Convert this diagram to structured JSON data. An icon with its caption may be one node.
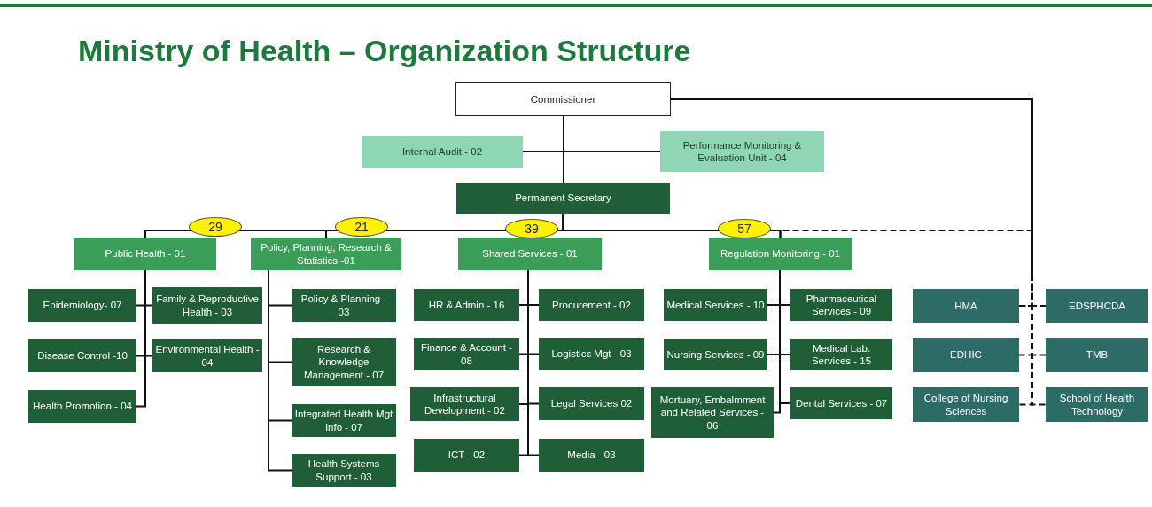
{
  "diagram": {
    "title": "Ministry of Health – Organization Structure",
    "nodes": [
      {
        "text": [
          "Commissioner"
        ]
      },
      {
        "text": [
          "Internal Audit - 02"
        ]
      },
      {
        "text": [
          "Performance Monitoring & Evaluation Unit - 04"
        ]
      },
      {
        "text": [
          "Permanent Secretary"
        ]
      },
      {
        "text": [
          "Public Health - 01"
        ]
      },
      {
        "text": [
          "Policy, Planning, Research & Statistics -01"
        ]
      },
      {
        "text": [
          "Shared Services - 01"
        ]
      },
      {
        "text": [
          "Regulation Monitoring - 01"
        ]
      },
      {
        "text": [
          "Epidemiology- 07"
        ]
      },
      {
        "text": [
          "Family & Reproductive Health - 03"
        ]
      },
      {
        "text": [
          "Disease Control -10"
        ]
      },
      {
        "text": [
          "Environmental Health - 04"
        ]
      },
      {
        "text": [
          "Health Promotion - 04"
        ]
      },
      {
        "text": [
          "Policy & Planning - 03"
        ]
      },
      {
        "text": [
          "Research & Knowledge Management - 07"
        ]
      },
      {
        "text": [
          "Integrated Health Mgt Info - 07"
        ]
      },
      {
        "text": [
          "Health Systems Support - 03"
        ]
      },
      {
        "text": [
          "HR & Admin - 16"
        ]
      },
      {
        "text": [
          "Procurement - 02"
        ]
      },
      {
        "text": [
          "Finance & Account - 08"
        ]
      },
      {
        "text": [
          "Logistics Mgt - 03"
        ]
      },
      {
        "text": [
          "Infrastructural Development - 02"
        ]
      },
      {
        "text": [
          "Legal Services 02"
        ]
      },
      {
        "text": [
          "ICT - 02"
        ]
      },
      {
        "text": [
          "Media - 03"
        ]
      },
      {
        "text": [
          "Medical Services - 10"
        ]
      },
      {
        "text": [
          "Pharmaceutical Services - 09"
        ]
      },
      {
        "text": [
          "Nursing Services - 09"
        ]
      },
      {
        "text": [
          "Medical Lab. Services - 15"
        ]
      },
      {
        "text": [
          "Mortuary, Embalmment and Related Services - 06"
        ]
      },
      {
        "text": [
          "Dental Services - 07"
        ]
      },
      {
        "text": [
          "HMA"
        ]
      },
      {
        "text": [
          "EDSPHCDA"
        ]
      },
      {
        "text": [
          "EDHIC"
        ]
      },
      {
        "text": [
          "TMB"
        ]
      },
      {
        "text": [
          "College of Nursing Sciences"
        ]
      },
      {
        "text": [
          "School of Health Technology"
        ]
      }
    ],
    "edges": [
      {
        "from": 0,
        "to": 1,
        "arrow": "none"
      },
      {
        "from": 0,
        "to": 2,
        "arrow": "none"
      },
      {
        "from": 0,
        "to": 3,
        "arrow": "none"
      },
      {
        "from": 3,
        "to": 4,
        "arrow": "none",
        "label": "29"
      },
      {
        "from": 3,
        "to": 5,
        "arrow": "none",
        "label": "21"
      },
      {
        "from": 3,
        "to": 6,
        "arrow": "none",
        "label": "39"
      },
      {
        "from": 3,
        "to": 7,
        "arrow": "none",
        "label": "57"
      },
      {
        "from": 4,
        "to": 8,
        "arrow": "none"
      },
      {
        "from": 4,
        "to": 9,
        "arrow": "none"
      },
      {
        "from": 4,
        "to": 10,
        "arrow": "none"
      },
      {
        "from": 4,
        "to": 11,
        "arrow": "none"
      },
      {
        "from": 4,
        "to": 12,
        "arrow": "none"
      },
      {
        "from": 5,
        "to": 13,
        "arrow": "none"
      },
      {
        "from": 5,
        "to": 14,
        "arrow": "none"
      },
      {
        "from": 5,
        "to": 15,
        "arrow": "none"
      },
      {
        "from": 5,
        "to": 16,
        "arrow": "none"
      },
      {
        "from": 6,
        "to": 17,
        "arrow": "none"
      },
      {
        "from": 6,
        "to": 18,
        "arrow": "none"
      },
      {
        "from": 6,
        "to": 19,
        "arrow": "none"
      },
      {
        "from": 6,
        "to": 20,
        "arrow": "none"
      },
      {
        "from": 6,
        "to": 21,
        "arrow": "none"
      },
      {
        "from": 6,
        "to": 22,
        "arrow": "none"
      },
      {
        "from": 6,
        "to": 23,
        "arrow": "none"
      },
      {
        "from": 6,
        "to": 24,
        "arrow": "none"
      },
      {
        "from": 7,
        "to": 25,
        "arrow": "none"
      },
      {
        "from": 7,
        "to": 26,
        "arrow": "none"
      },
      {
        "from": 7,
        "to": 27,
        "arrow": "none"
      },
      {
        "from": 7,
        "to": 28,
        "arrow": "none"
      },
      {
        "from": 7,
        "to": 29,
        "arrow": "none"
      },
      {
        "from": 7,
        "to": 30,
        "arrow": "none"
      },
      {
        "from": 0,
        "to": 31,
        "arrow": "none",
        "style": "dashed"
      },
      {
        "from": 0,
        "to": 32,
        "arrow": "none",
        "style": "dashed"
      },
      {
        "from": 0,
        "to": 33,
        "arrow": "none",
        "style": "dashed"
      },
      {
        "from": 0,
        "to": 34,
        "arrow": "none",
        "style": "dashed"
      },
      {
        "from": 0,
        "to": 35,
        "arrow": "none",
        "style": "dashed"
      },
      {
        "from": 0,
        "to": 36,
        "arrow": "none",
        "style": "dashed"
      },
      {
        "from": 7,
        "to": 31,
        "arrow": "none",
        "style": "dashed"
      }
    ]
  }
}
